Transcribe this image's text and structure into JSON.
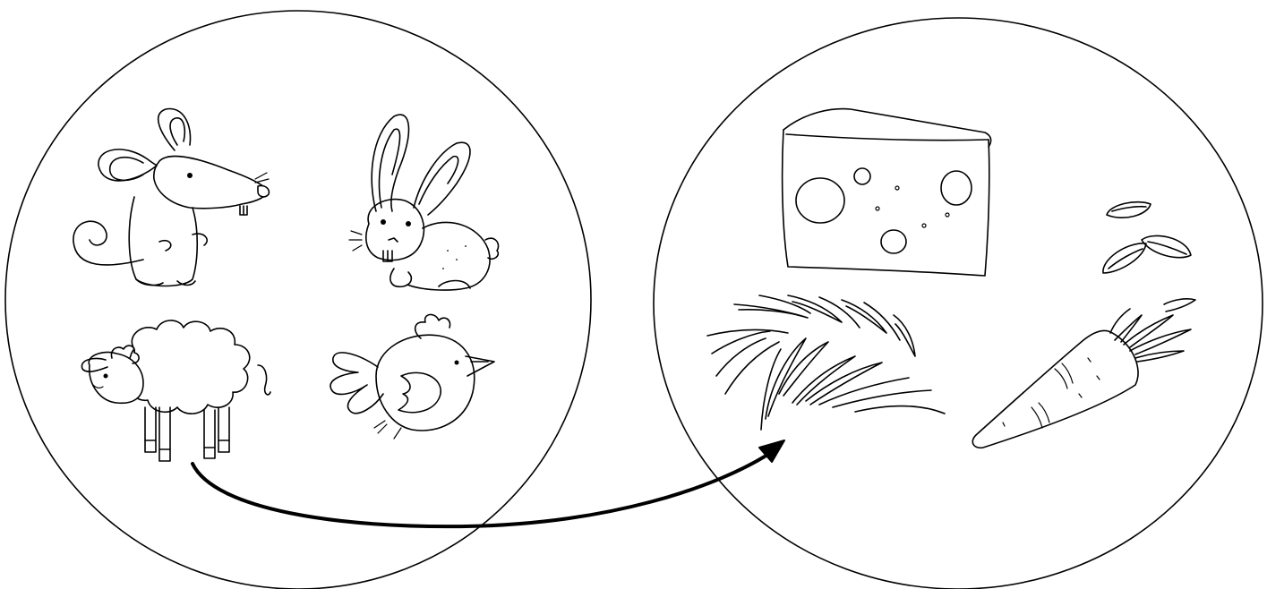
{
  "exercise": {
    "type": "matching-worksheet",
    "animals": [
      "mouse-icon",
      "rabbit-icon",
      "sheep-icon",
      "bird-icon"
    ],
    "foods": [
      "cheese-icon",
      "seeds-icon",
      "grass-icon",
      "carrot-icon"
    ],
    "matches_drawn": [
      {
        "from": "sheep",
        "to": "grass"
      }
    ]
  },
  "colors": {
    "ink": "#000000",
    "background": "#ffffff"
  }
}
